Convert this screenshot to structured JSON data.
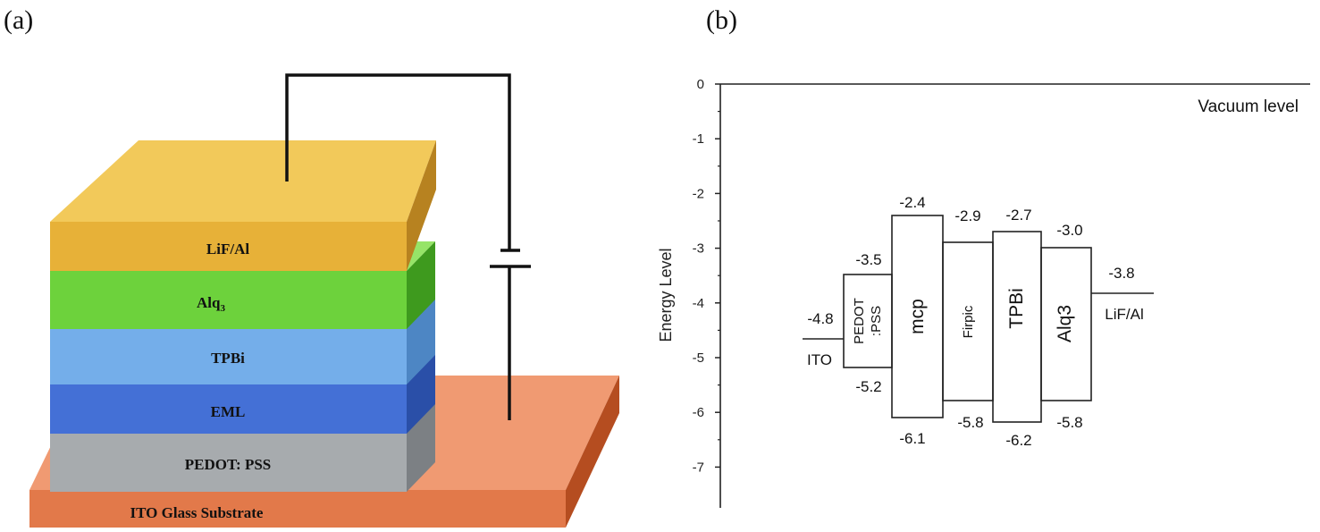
{
  "panel_a": {
    "label": "(a)",
    "layers": [
      {
        "name": "ITO Glass Substrate",
        "text": "ITO Glass Substrate",
        "color": "#e2794a"
      },
      {
        "name": "PEDOT: PSS",
        "text": "PEDOT: PSS",
        "color": "#a7abae"
      },
      {
        "name": "EML",
        "text": "EML",
        "color": "#4470d6"
      },
      {
        "name": "TPBi",
        "text": "TPBi",
        "color": "#74aeea"
      },
      {
        "name": "Alq3",
        "text": "Alq",
        "sub": "3",
        "color": "#6dd23c"
      },
      {
        "name": "LiF/Al",
        "text": "LiF/Al",
        "color": "#e7b138"
      }
    ]
  },
  "panel_b": {
    "label": "(b)",
    "axis_title": "Energy Level",
    "y_ticks": [
      "0",
      "-1",
      "-2",
      "-3",
      "-4",
      "-5",
      "-6",
      "-7"
    ],
    "vacuum_label": "Vacuum level",
    "ito": {
      "value_label": "-4.8",
      "name": "ITO"
    },
    "pedot": {
      "name1": "PEDOT",
      "name2": ":PSS",
      "top_label": "-3.5",
      "bottom_label": "-5.2"
    },
    "mcp": {
      "name": "mcp",
      "top_label": "-2.4",
      "bottom_label": "-6.1"
    },
    "firpic": {
      "name": "Firpic",
      "top_label": "-2.9",
      "bottom_label": "-5.8"
    },
    "tpbi": {
      "name": "TPBi",
      "top_label": "-2.7",
      "bottom_label": "-6.2"
    },
    "alq3": {
      "name": "Alq3",
      "top_label": "-3.0",
      "bottom_label": "-5.8"
    },
    "lifal": {
      "value_label": "-3.8",
      "name": "LiF/Al"
    }
  }
}
